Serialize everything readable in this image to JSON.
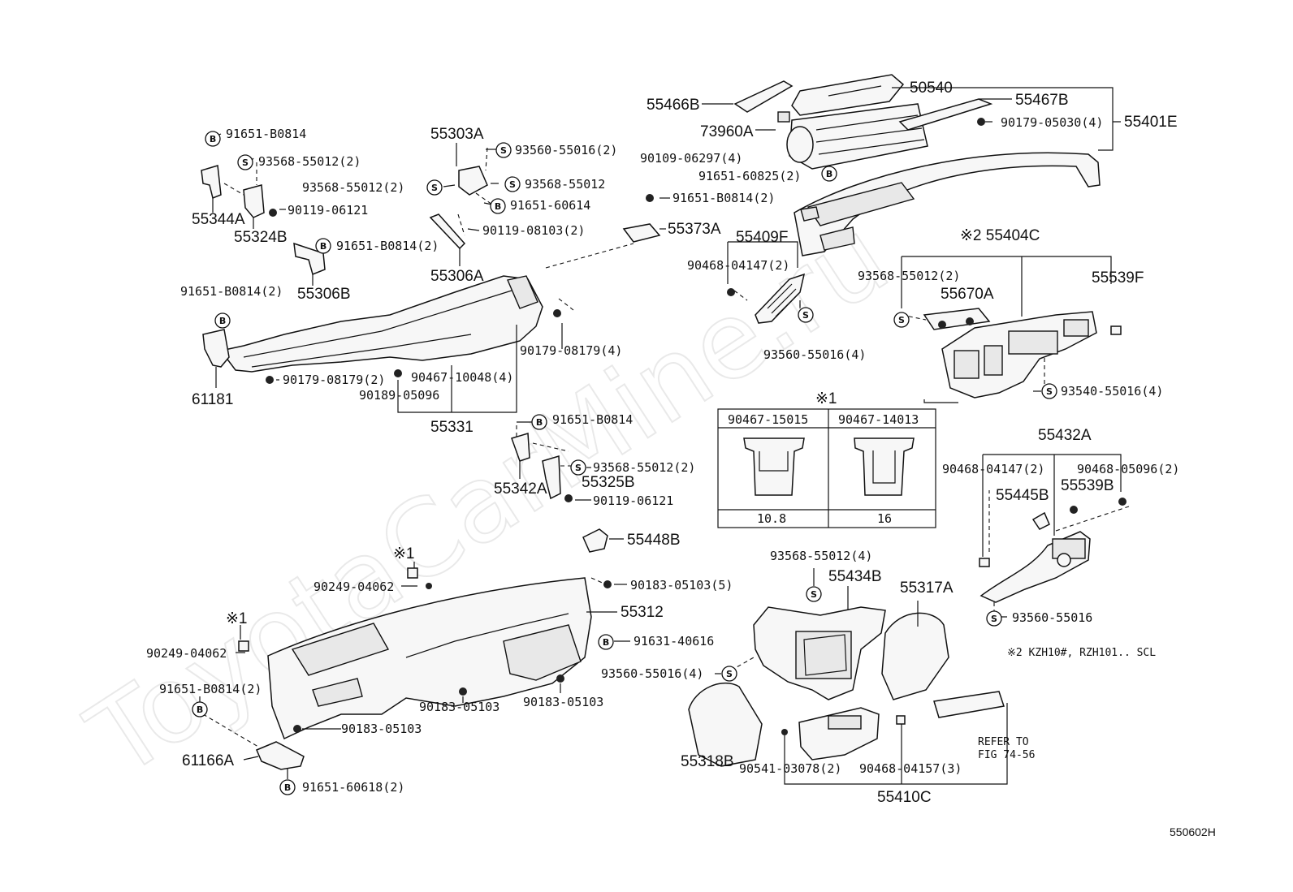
{
  "diagram_code": "550602H",
  "watermark": "ToyotaCarMine.ru",
  "footnote": "※2 KZH10#, RZH101.. SCL",
  "inset": {
    "title": "※1",
    "left": {
      "part": "90467-15015",
      "dim": "10.8"
    },
    "right": {
      "part": "90467-14013",
      "dim": "16"
    }
  },
  "refer": {
    "line1": "REFER TO",
    "line2": "FIG 74-56"
  },
  "markers": {
    "b": "B",
    "s": "S"
  },
  "labels": {
    "p55466B": "55466B",
    "p50540": "50540",
    "p55467B": "55467B",
    "p90179_05030": "90179-05030(4)",
    "p55401E": "55401E",
    "p73960A": "73960A",
    "p90109_06297": "90109-06297(4)",
    "p91651_60825": "91651-60825(2)",
    "p91651_B0814_tl": "91651-B0814",
    "p93568_55012_2a": "93568-55012(2)",
    "p90119_06121_a": "90119-06121",
    "p55344A": "55344A",
    "p55324B": "55324B",
    "p91651_B0814_2a": "91651-B0814(2)",
    "p55306B": "55306B",
    "p55303A": "55303A",
    "p93560_55016_2": "93560-55016(2)",
    "p93568_55012_2b": "93568-55012(2)",
    "p93568_55012": "93568-55012",
    "p91651_60614": "91651-60614",
    "p91651_B0814_2b": "91651-B0814(2)",
    "p90119_08103": "90119-08103(2)",
    "p55373A": "55373A",
    "p55306A": "55306A",
    "p91651_B0814_2c": "91651-B0814(2)",
    "p90179_08179_4": "90179-08179(4)",
    "p61181": "61181",
    "p90179_08179_2": "90179-08179(2)",
    "p90467_10048": "90467-10048(4)",
    "p90189_05096": "90189-05096",
    "p55331": "55331",
    "p55409F": "55409F",
    "p90468_04147_a": "90468-04147(2)",
    "p93560_55016_4a": "93560-55016(4)",
    "p55404C": "※2 55404C",
    "p93568_55012_2c": "93568-55012(2)",
    "p55670A": "55670A",
    "p55539F": "55539F",
    "p93540_55016": "93540-55016(4)",
    "p91651_B0814_m": "91651-B0814",
    "p93568_55012_2d": "93568-55012(2)",
    "p55325B": "55325B",
    "p55342A": "55342A",
    "p90119_06121_b": "90119-06121",
    "p55448B": "55448B",
    "p55432A": "55432A",
    "p90468_04147_b": "90468-04147(2)",
    "p90468_05096": "90468-05096(2)",
    "p55445B": "55445B",
    "p55539B": "55539B",
    "p93560_55016": "93560-55016",
    "p_note1a": "※1",
    "p90249_04062_a": "90249-04062",
    "p90183_05103_5": "90183-05103(5)",
    "p55312": "55312",
    "p_note1b": "※1",
    "p90249_04062_b": "90249-04062",
    "p91631_40616": "91631-40616",
    "p91651_B0814_2d": "91651-B0814(2)",
    "p90183_05103_a": "90183-05103",
    "p90183_05103_b": "90183-05103",
    "p90183_05103_c": "90183-05103",
    "p61166A": "61166A",
    "p91651_60618": "91651-60618(2)",
    "p93568_55012_4": "93568-55012(4)",
    "p55434B": "55434B",
    "p55317A": "55317A",
    "p93560_55016_4b": "93560-55016(4)",
    "p55318B": "55318B",
    "p90541_03078": "90541-03078(2)",
    "p90468_04157": "90468-04157(3)",
    "p55410C": "55410C"
  }
}
